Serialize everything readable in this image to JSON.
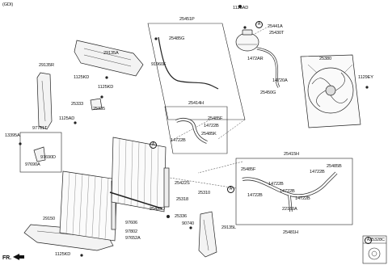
{
  "header": {
    "engine": "(GDI)",
    "direction": "FR."
  },
  "circle_marker": "A",
  "labels": {
    "p1125AD_top": "1125AD",
    "p25451P": "25451P",
    "p25441A": "25441A",
    "p25485G": "25485G",
    "p25430T": "25430T",
    "p91960F": "91960F",
    "p1472AR": "1472AR",
    "p25380": "25380",
    "p14720A": "14720A",
    "p1129EY": "1129EY",
    "p25450G": "25450G",
    "p29135A": "29135A",
    "p29135R": "29135R",
    "p1125KD_a": "1125KD",
    "p1125KD_b": "1125KD",
    "p25333": "25333",
    "p25335": "25335",
    "p25414H": "25414H",
    "p25485F_a": "25485F",
    "p14722B_a": "14722B",
    "p25485K": "25485K",
    "p14722B_b": "14722B",
    "p1125AD_mid": "1125AD",
    "p13395A": "13395A",
    "p97761T": "97761T",
    "p97690D": "97690D",
    "p97690A": "97690A",
    "p25415H": "25415H",
    "p25485F_b": "25485F",
    "p25485B": "25485B",
    "p14722B_c": "14722B",
    "p14722B_d": "14722B",
    "p14722B_e": "14722B",
    "p14722B_f": "14722B",
    "p14722B_g": "14722B",
    "p25422S": "25422S",
    "p25310": "25310",
    "p25318": "25318",
    "p25433D": "25433D",
    "p22160A": "22160A",
    "p25336": "25336",
    "p90740": "90740",
    "p97606": "97606",
    "p29150": "29150",
    "p97802": "97802",
    "p97652A": "97652A",
    "p29135L": "29135L",
    "p25481H": "25481H",
    "p25328C": "25328C",
    "p1125KD_c": "1125KD"
  }
}
